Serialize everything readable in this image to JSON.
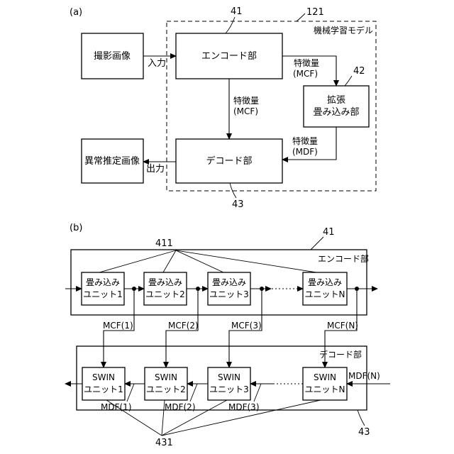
{
  "part_a": {
    "label": "(a)",
    "model_ref": "121",
    "model_label": "機械学習モデル",
    "encoder_ref": "41",
    "encoder_label": "エンコード部",
    "expand_ref": "42",
    "expand_line1": "拡張",
    "expand_line2": "畳み込み部",
    "decoder_ref": "43",
    "decoder_label": "デコード部",
    "input_image": "撮影画像",
    "input_label": "入力",
    "output_image": "異常推定画像",
    "output_label": "出力",
    "feat_mcf_right": "特徴量",
    "feat_mcf_right_sub": "(MCF)",
    "feat_mcf_down": "特徴量",
    "feat_mcf_down_sub": "(MCF)",
    "feat_mdf": "特徴量",
    "feat_mdf_sub": "(MDF)"
  },
  "part_b": {
    "label": "(b)",
    "encoder_ref": "41",
    "encoder_label": "エンコード部",
    "conv_units_ref": "411",
    "conv_units": [
      {
        "line1": "畳み込み",
        "line2": "ユニット1"
      },
      {
        "line1": "畳み込み",
        "line2": "ユニット2"
      },
      {
        "line1": "畳み込み",
        "line2": "ユニット3"
      },
      {
        "line1": "畳み込み",
        "line2": "ユニットN"
      }
    ],
    "mcf_labels": [
      "MCF(1)",
      "MCF(2)",
      "MCF(3)",
      "MCF(N)"
    ],
    "decoder_ref": "43",
    "decoder_label": "デコード部",
    "swin_units_ref": "431",
    "swin_units": [
      {
        "line1": "SWIN",
        "line2": "ユニット1"
      },
      {
        "line1": "SWIN",
        "line2": "ユニット2"
      },
      {
        "line1": "SWIN",
        "line2": "ユニット3"
      },
      {
        "line1": "SWIN",
        "line2": "ユニットN"
      }
    ],
    "mdf_labels": [
      "MDF(1)",
      "MDF(2)",
      "MDF(3)",
      "MDF(N)"
    ]
  }
}
